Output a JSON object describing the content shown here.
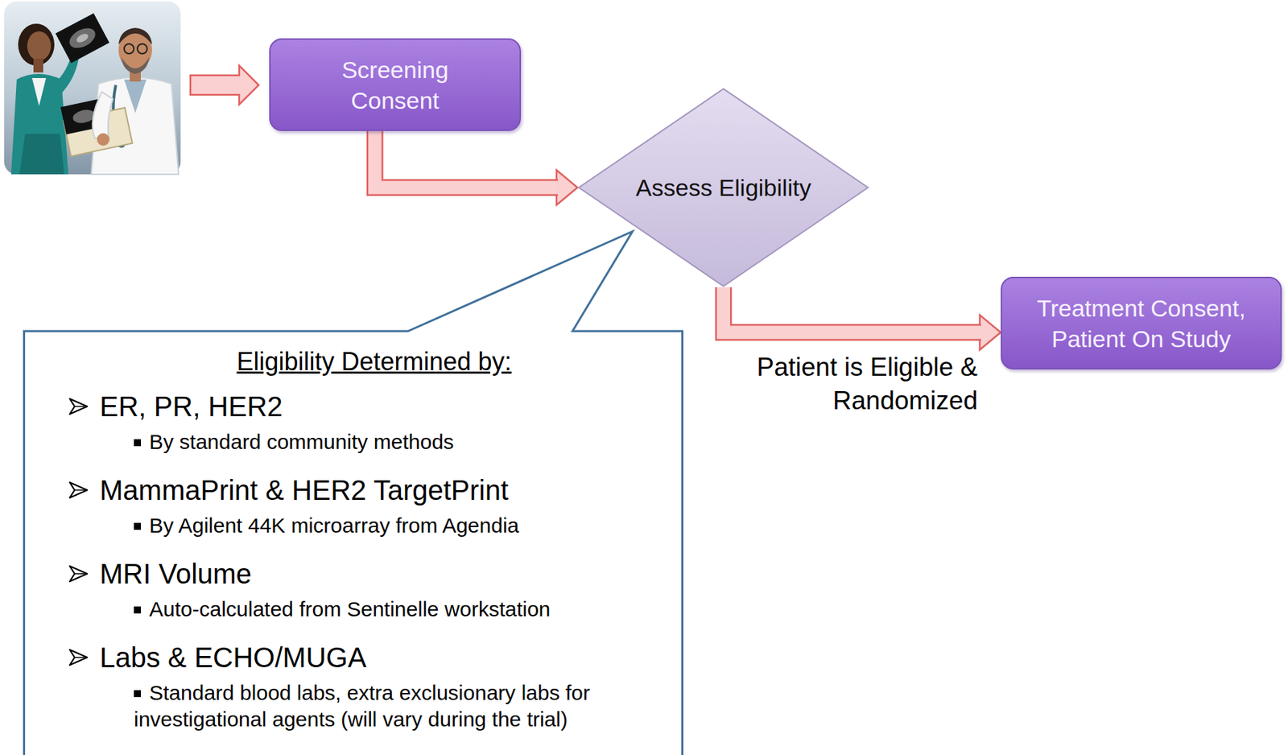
{
  "diagram": {
    "nodes": [
      {
        "text": [
          "Screening Consent"
        ]
      },
      {
        "text": [
          "Assess Eligibility"
        ]
      },
      {
        "text": [
          "Eligibility Determined by:",
          "ER, PR, HER2",
          "By standard community methods",
          "MammaPrint & HER2 TargetPrint",
          "By Agilent 44K microarray from Agendia",
          "MRI Volume",
          "Auto-calculated from Sentinelle workstation",
          "Labs & ECHO/MUGA",
          "Standard blood labs, extra exclusionary labs for investigational agents (will vary during the trial)"
        ]
      },
      {
        "text": [
          "Treatment Consent, Patient On Study"
        ]
      }
    ],
    "edges": [
      {
        "from": 0,
        "to": 1,
        "arrow": "to"
      },
      {
        "from": 1,
        "to": 3,
        "arrow": "to",
        "label": "Patient is Eligible & Randomized"
      }
    ]
  }
}
